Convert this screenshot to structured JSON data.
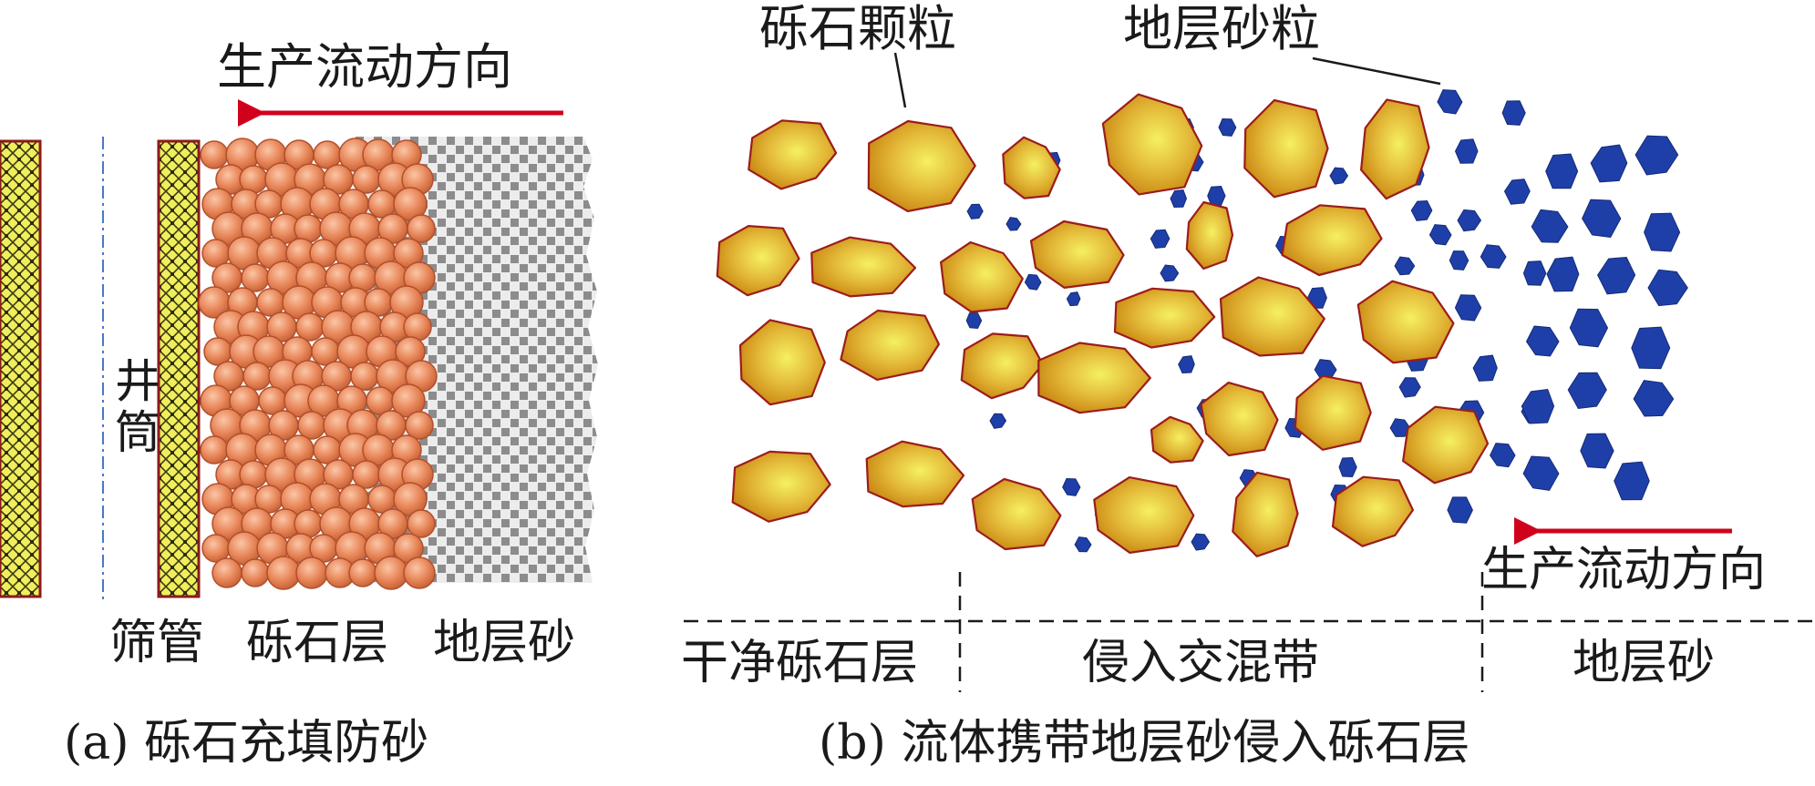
{
  "panel_a": {
    "flow_label": "生产流动方向",
    "wellbore_label": "井筒",
    "screen_label": "筛管",
    "gravel_layer_label": "砾石层",
    "formation_sand_label": "地层砂",
    "caption": "(a) 砾石充填防砂"
  },
  "panel_b": {
    "gravel_particle_label": "砾石颗粒",
    "formation_grain_label": "地层砂粒",
    "flow_label": "生产流动方向",
    "zone_clean": "干净砾石层",
    "zone_mixed": "侵入交混带",
    "zone_formation": "地层砂",
    "caption": "(b) 流体携带地层砂侵入砾石层"
  },
  "colors": {
    "arrow": "#d0021b",
    "gravel_fill_center": "#f5f062",
    "gravel_fill_edge": "#d08a10",
    "gravel_stroke": "#9b1c1c",
    "sand_blue": "#1f3fa8",
    "bead": "#e8875a",
    "screen_fill": "#f0ee5a",
    "screen_border": "#8b1a1a",
    "wellbore_line": "#4a78c8"
  }
}
